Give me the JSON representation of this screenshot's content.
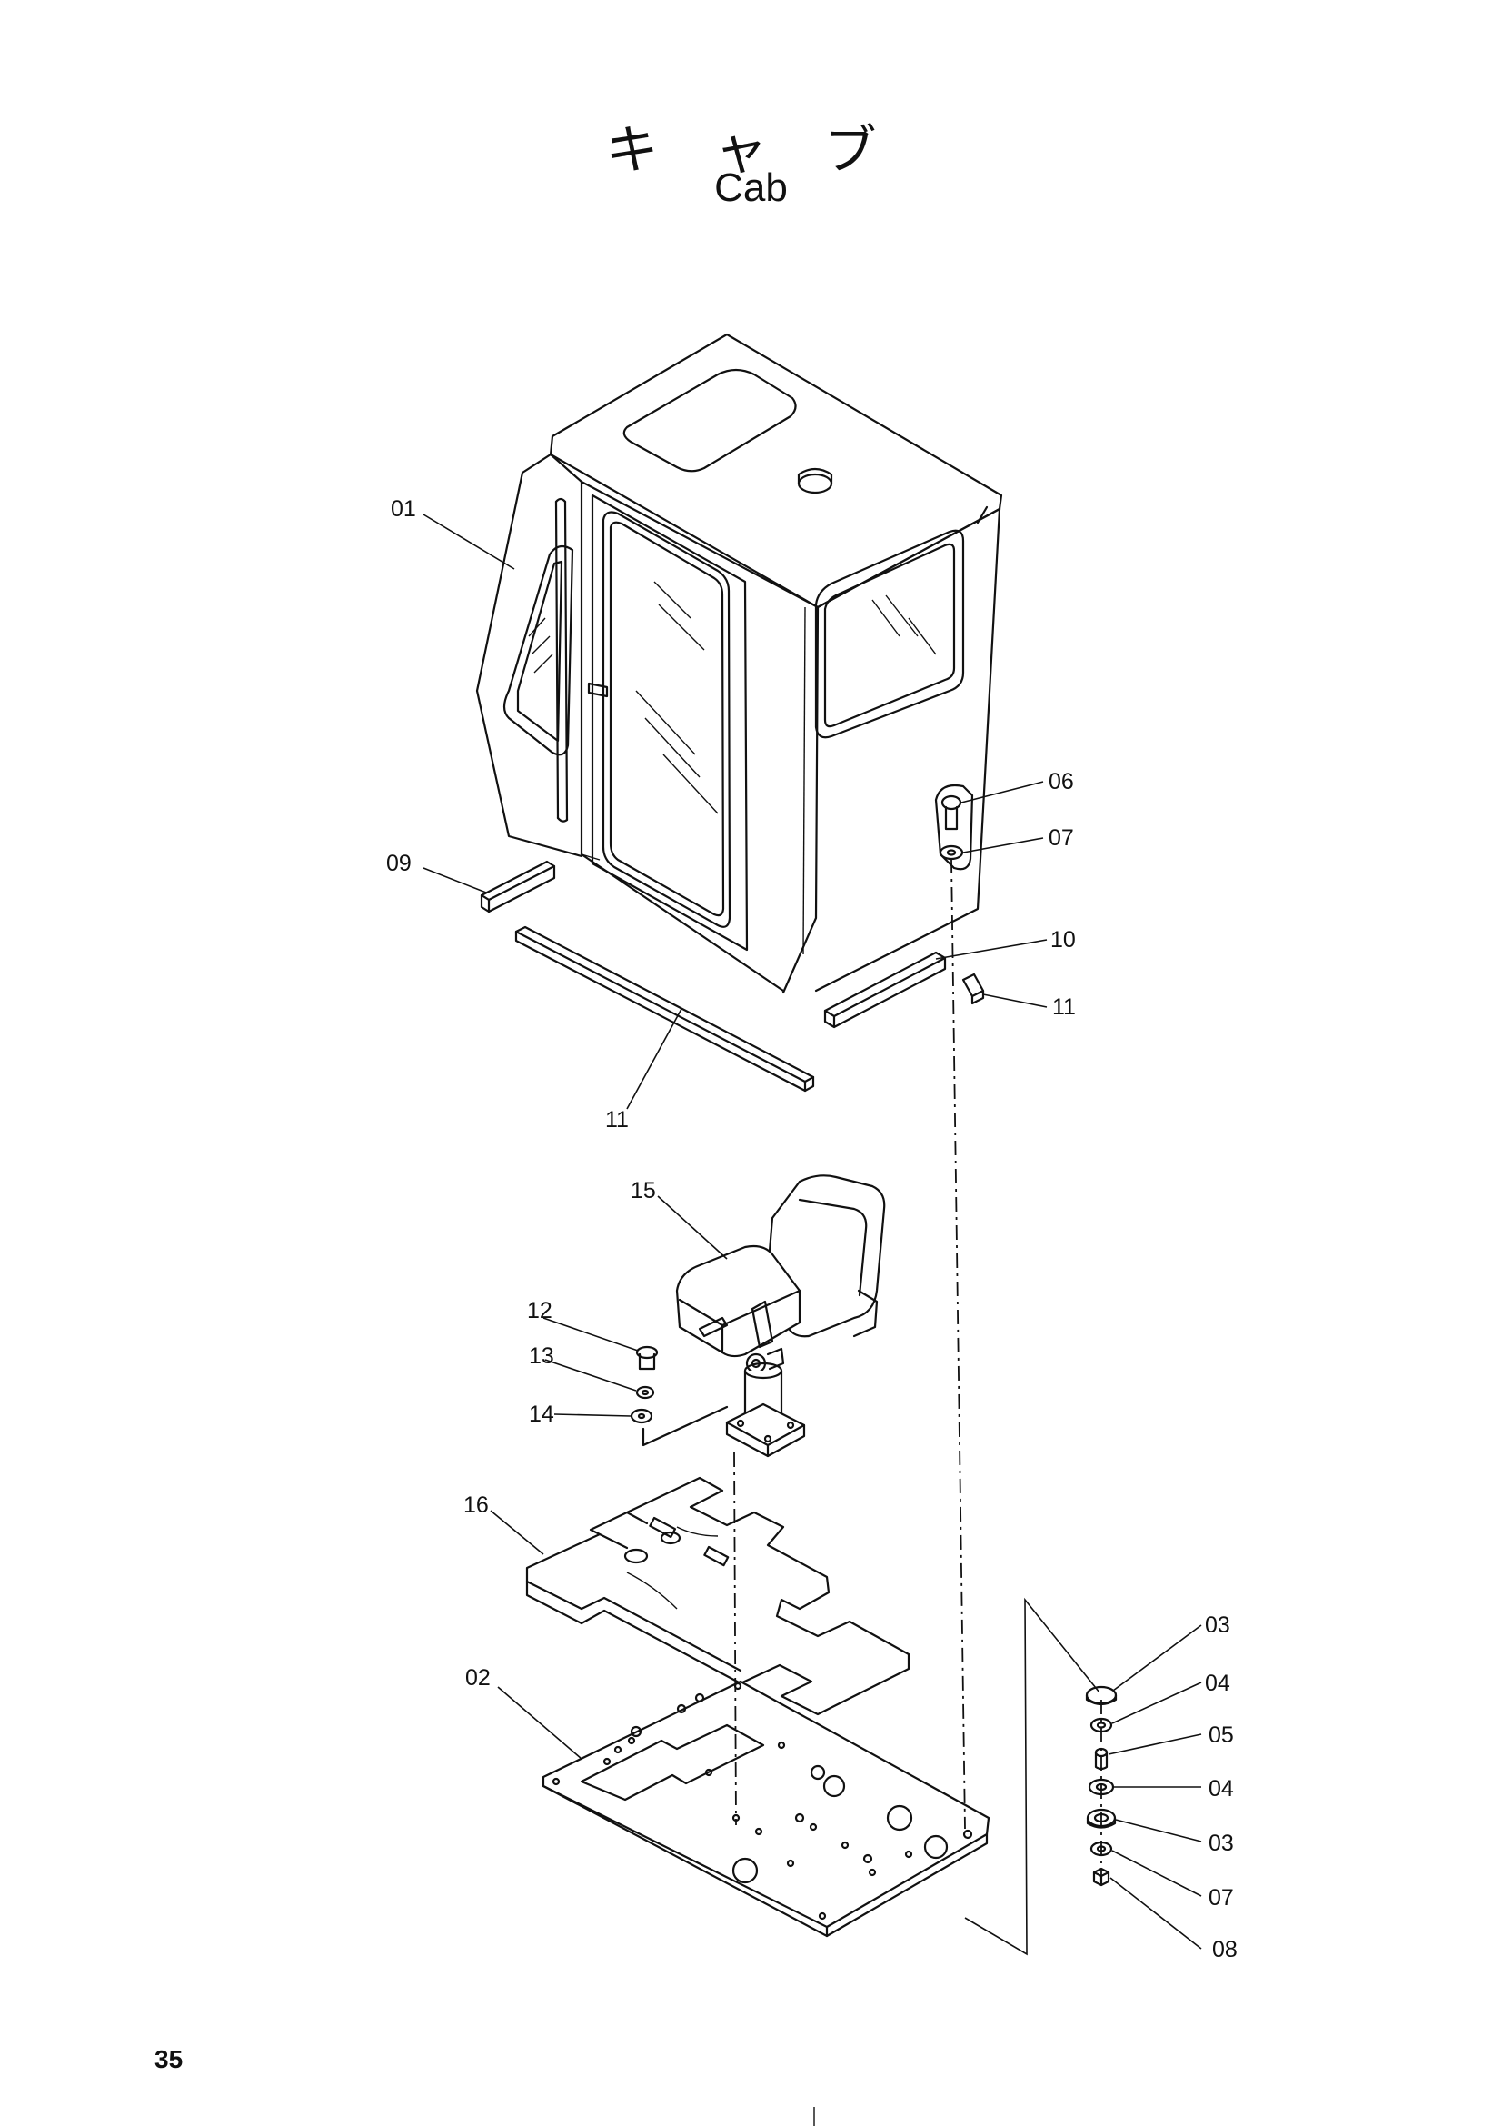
{
  "title": {
    "japanese": "キャブ",
    "english": "Cab"
  },
  "page_number": "35",
  "callouts": {
    "c01": "01",
    "c02": "02",
    "c03a": "03",
    "c03b": "03",
    "c04a": "04",
    "c04b": "04",
    "c05": "05",
    "c06": "06",
    "c07a": "07",
    "c07b": "07",
    "c08": "08",
    "c09": "09",
    "c10": "10",
    "c11a": "11",
    "c11b": "11",
    "c12": "12",
    "c13": "13",
    "c14": "14",
    "c15": "15",
    "c16": "16"
  }
}
